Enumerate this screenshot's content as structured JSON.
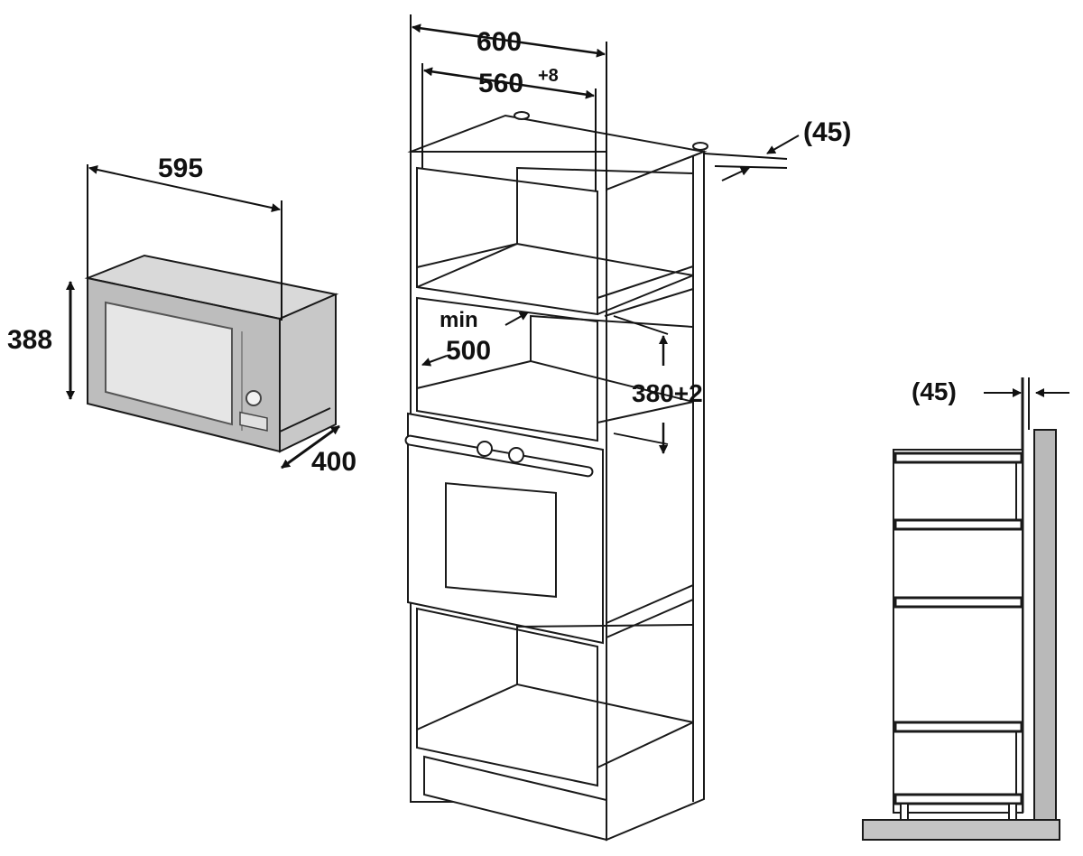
{
  "diagram": {
    "microwave": {
      "width_label": "595",
      "height_label": "388",
      "depth_label": "400"
    },
    "cabinet": {
      "outer_width_label": "600",
      "inner_width_label": "560",
      "inner_width_tolerance": "+8",
      "rear_gap_label": "(45)",
      "min_label": "min",
      "min_value_label": "500",
      "niche_height_label": "380+2"
    },
    "side_view": {
      "rear_gap_label": "(45)"
    }
  },
  "colors": {
    "line": "#1a1a1a",
    "wall": "#b9b9b9",
    "microwave_body": "#d9d9d9",
    "microwave_front": "#bdbdbd",
    "microwave_window": "#e6e6e6"
  }
}
